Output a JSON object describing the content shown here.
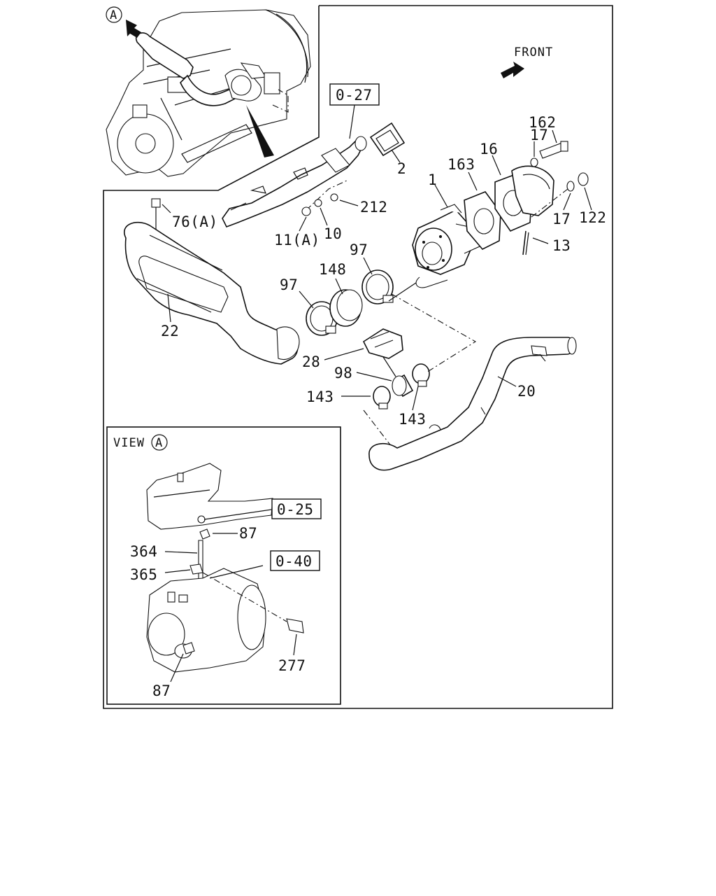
{
  "labels": {
    "front": "FRONT",
    "circle_a": "A",
    "view_a_text": "VIEW",
    "view_a_circle": "A",
    "ref_027": "0-27",
    "ref_025": "0-25",
    "ref_040": "0-40",
    "p1": "1",
    "p2": "2",
    "p10": "10",
    "p11a": "11(A)",
    "p13": "13",
    "p16": "16",
    "p17_top": "17",
    "p17_bottom": "17",
    "p20": "20",
    "p22": "22",
    "p28": "28",
    "p76a": "76(A)",
    "p87_top": "87",
    "p87_bottom": "87",
    "p97_left": "97",
    "p97_right": "97",
    "p98": "98",
    "p122": "122",
    "p143_left": "143",
    "p143_right": "143",
    "p148": "148",
    "p162": "162",
    "p163": "163",
    "p212": "212",
    "p277": "277",
    "p364": "364",
    "p365": "365"
  }
}
